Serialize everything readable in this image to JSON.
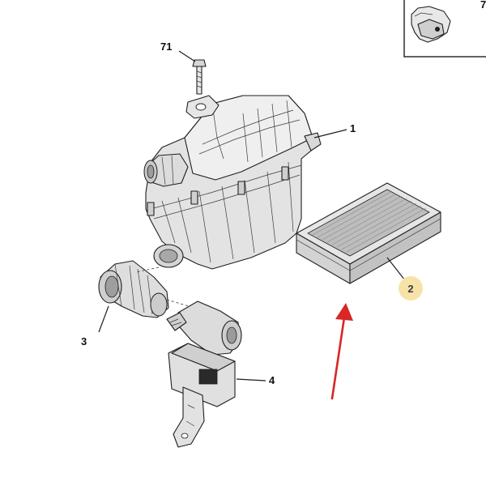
{
  "callouts": {
    "air_filter_housing": "1",
    "air_filter_element": "2",
    "intake_duct": "3",
    "airflow_sensor": "4",
    "bolt": "71",
    "inset_ref": "7"
  },
  "colors": {
    "part_fill": "#e8e8e8",
    "part_shade": "#c9c9c9",
    "line": "#1e1e1e",
    "highlight_badge": "#f7e3a8",
    "arrow": "#d92626"
  }
}
